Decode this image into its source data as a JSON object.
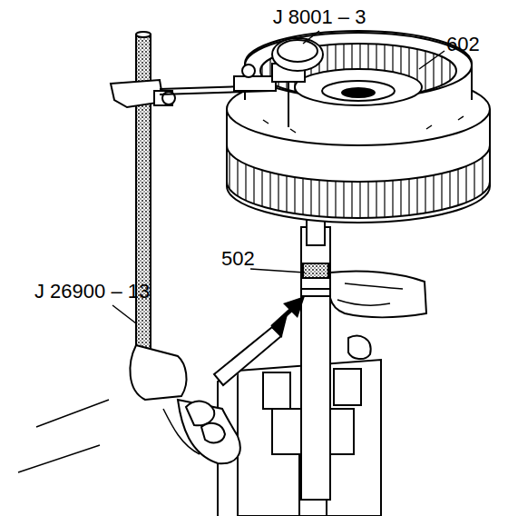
{
  "diagram": {
    "labels": [
      "J 8001 – 3",
      "602",
      "502",
      "J 26900 – 13"
    ]
  }
}
